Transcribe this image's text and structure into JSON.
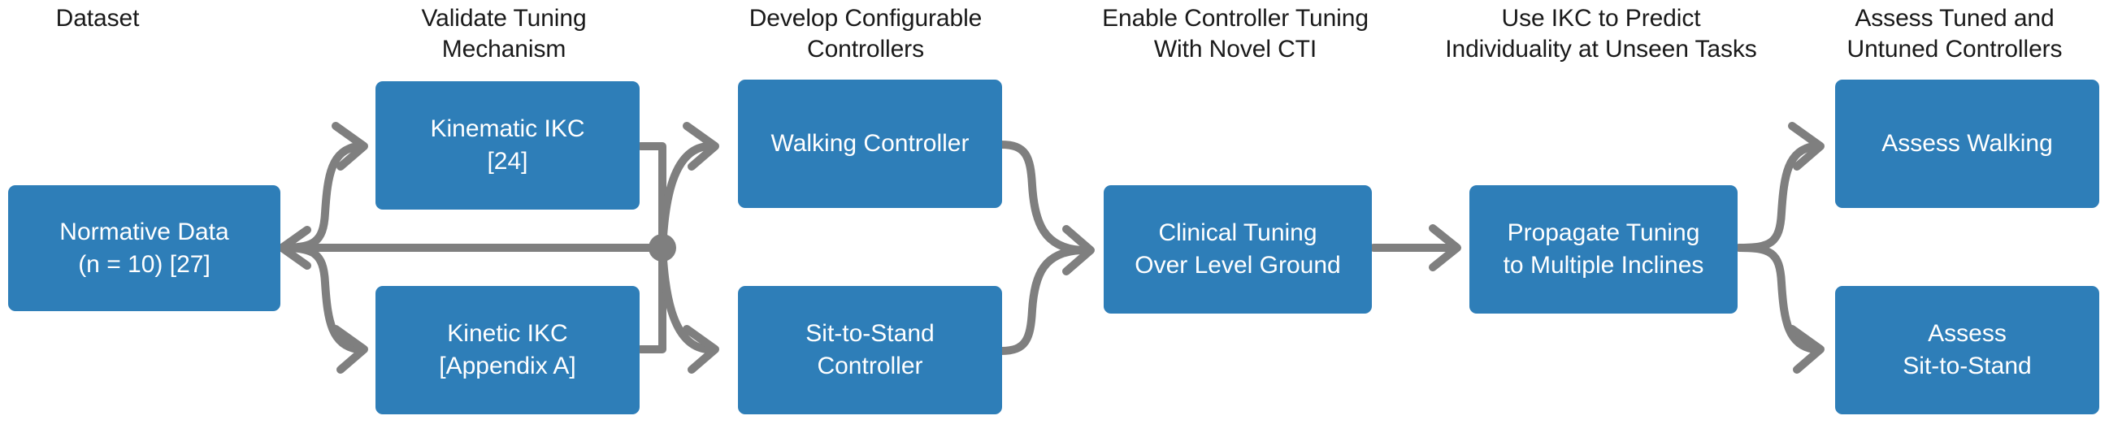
{
  "figure": {
    "type": "flowchart",
    "orientation": "left-to-right",
    "background_color": "#ffffff",
    "node_fill_color": "#2e7eb8",
    "node_text_color": "#ffffff",
    "edge_color": "#7f7f7f",
    "header_text_color": "#1a1a1a"
  },
  "columns": [
    {
      "id": "dataset",
      "header": "Dataset"
    },
    {
      "id": "validate",
      "header": "Validate Tuning\nMechanism"
    },
    {
      "id": "develop",
      "header": "Develop Configurable\nControllers"
    },
    {
      "id": "enable",
      "header": "Enable Controller Tuning\nWith Novel CTI"
    },
    {
      "id": "predict",
      "header": "Use IKC to Predict\nIndividuality at Unseen Tasks"
    },
    {
      "id": "assess",
      "header": "Assess Tuned and\nUntuned Controllers"
    }
  ],
  "nodes": [
    {
      "id": "normative-data",
      "label": "Normative Data\n(n = 10) [27]",
      "column": "dataset"
    },
    {
      "id": "kinematic-ikc",
      "label": "Kinematic IKC\n[24]",
      "column": "validate"
    },
    {
      "id": "kinetic-ikc",
      "label": "Kinetic IKC\n[Appendix A]",
      "column": "validate"
    },
    {
      "id": "walking-controller",
      "label": "Walking Controller",
      "column": "develop"
    },
    {
      "id": "sit-to-stand-controller",
      "label": "Sit-to-Stand\nController",
      "column": "develop"
    },
    {
      "id": "clinical-tuning",
      "label": "Clinical Tuning\nOver Level Ground",
      "column": "enable"
    },
    {
      "id": "propagate-tuning",
      "label": "Propagate Tuning\nto Multiple Inclines",
      "column": "predict"
    },
    {
      "id": "assess-walking",
      "label": "Assess Walking",
      "column": "assess"
    },
    {
      "id": "assess-sit-to-stand",
      "label": "Assess\nSit-to-Stand",
      "column": "assess"
    }
  ],
  "edges": [
    {
      "id": "e1",
      "from": "normative-data",
      "to": "kinematic-ikc",
      "style": "curved-fan-out"
    },
    {
      "id": "e2",
      "from": "normative-data",
      "to": "kinetic-ikc",
      "style": "curved-fan-out"
    },
    {
      "id": "e3",
      "from": "normative-data",
      "to": "walking-controller",
      "style": "straight-through-junction"
    },
    {
      "id": "e4",
      "from": "normative-data",
      "to": "sit-to-stand-controller",
      "style": "straight-through-junction"
    },
    {
      "id": "e5",
      "from": "kinematic-ikc",
      "to": "junction",
      "style": "straight"
    },
    {
      "id": "e6",
      "from": "kinetic-ikc",
      "to": "junction",
      "style": "straight"
    },
    {
      "id": "e7",
      "from": "walking-controller",
      "to": "clinical-tuning",
      "style": "curved-merge"
    },
    {
      "id": "e8",
      "from": "sit-to-stand-controller",
      "to": "clinical-tuning",
      "style": "curved-merge"
    },
    {
      "id": "e9",
      "from": "clinical-tuning",
      "to": "propagate-tuning",
      "style": "straight"
    },
    {
      "id": "e10",
      "from": "propagate-tuning",
      "to": "assess-walking",
      "style": "curved-fan-out"
    },
    {
      "id": "e11",
      "from": "propagate-tuning",
      "to": "assess-sit-to-stand",
      "style": "curved-fan-out"
    }
  ]
}
